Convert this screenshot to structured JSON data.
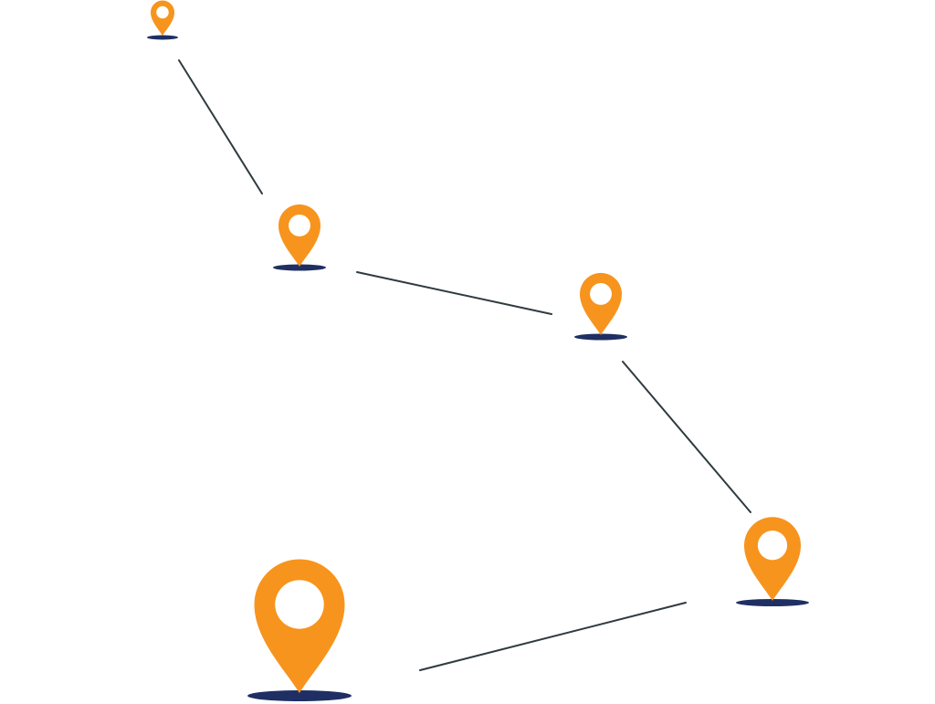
{
  "colors": {
    "pin": "#f7941d",
    "pin_hole": "#ffffff",
    "shadow": "#1f2f63",
    "connector": "#2f3b3f",
    "background": "#ffffff"
  },
  "icons": {
    "pin": "map-pin-icon",
    "shadow": "pin-shadow"
  },
  "diagram": {
    "pin_count": 5,
    "connector_count": 4
  }
}
